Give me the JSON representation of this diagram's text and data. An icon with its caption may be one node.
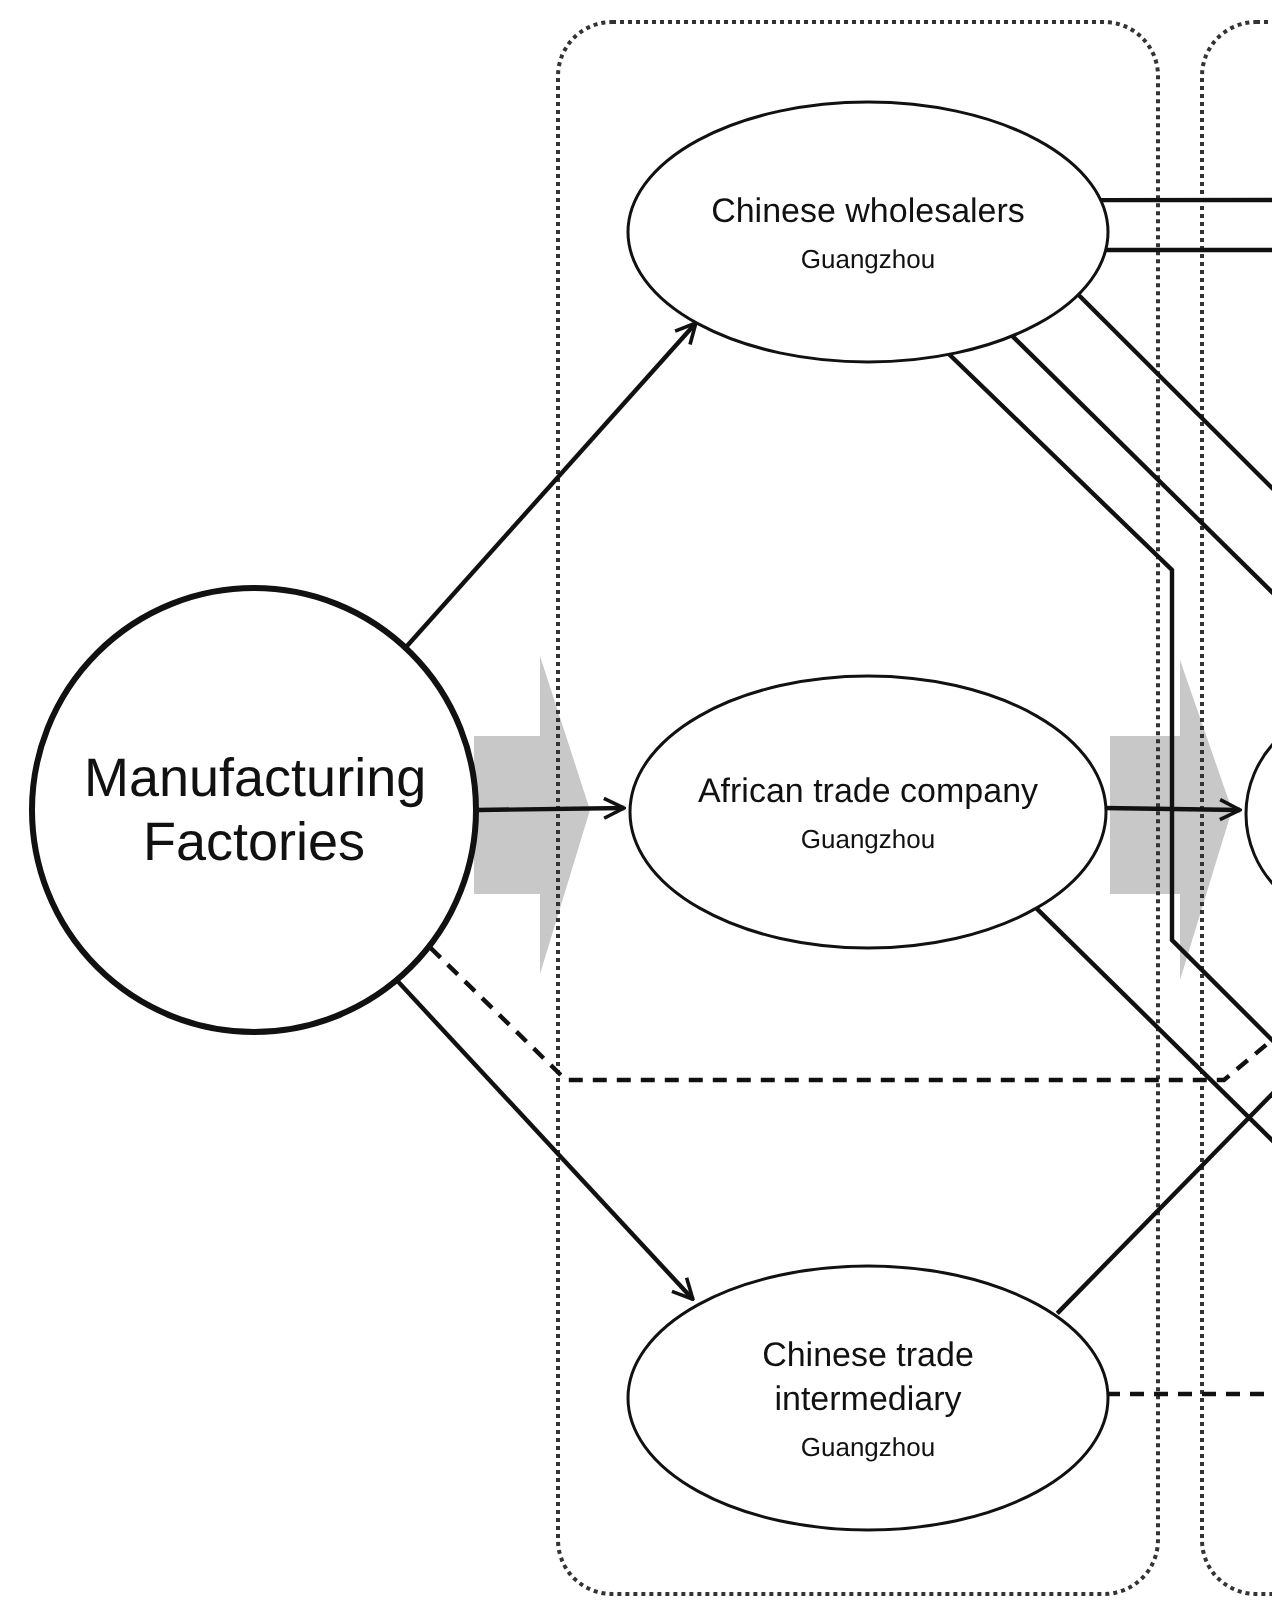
{
  "diagram": {
    "nodes": [
      {
        "text": [
          "Manufacturing Factories"
        ]
      },
      {
        "text": [],
        "shape": "box"
      },
      {
        "text": [
          "Chinese wholesalers",
          "Guangzhou"
        ],
        "in": 1
      },
      {
        "text": [
          "African trade company",
          "Guangzhou"
        ],
        "in": 1
      },
      {
        "text": [
          "Chinese trade intermediary",
          "Guangzhou"
        ],
        "in": 1
      },
      {
        "text": [],
        "shape": "box"
      },
      {
        "text": [],
        "shape": "ellipse",
        "in": 5
      }
    ],
    "edges": [
      {
        "from": 0,
        "to": 2,
        "arrow": "to"
      },
      {
        "from": 0,
        "to": 3,
        "arrow": "to"
      },
      {
        "from": 0,
        "to": 4,
        "arrow": "to"
      },
      {
        "from": 0,
        "to": null,
        "arrow": "none",
        "style": "dashed"
      },
      {
        "from": 2,
        "to": null,
        "arrow": "none"
      },
      {
        "from": 2,
        "to": null,
        "arrow": "none"
      },
      {
        "from": 2,
        "to": null,
        "arrow": "none"
      },
      {
        "from": 2,
        "to": null,
        "arrow": "none"
      },
      {
        "from": 2,
        "to": null,
        "arrow": "none"
      },
      {
        "from": 3,
        "to": 6,
        "arrow": "to"
      },
      {
        "from": 3,
        "to": null,
        "arrow": "none"
      },
      {
        "from": 4,
        "to": null,
        "arrow": "none"
      },
      {
        "from": 4,
        "to": null,
        "arrow": "none",
        "style": "dashed"
      }
    ]
  }
}
